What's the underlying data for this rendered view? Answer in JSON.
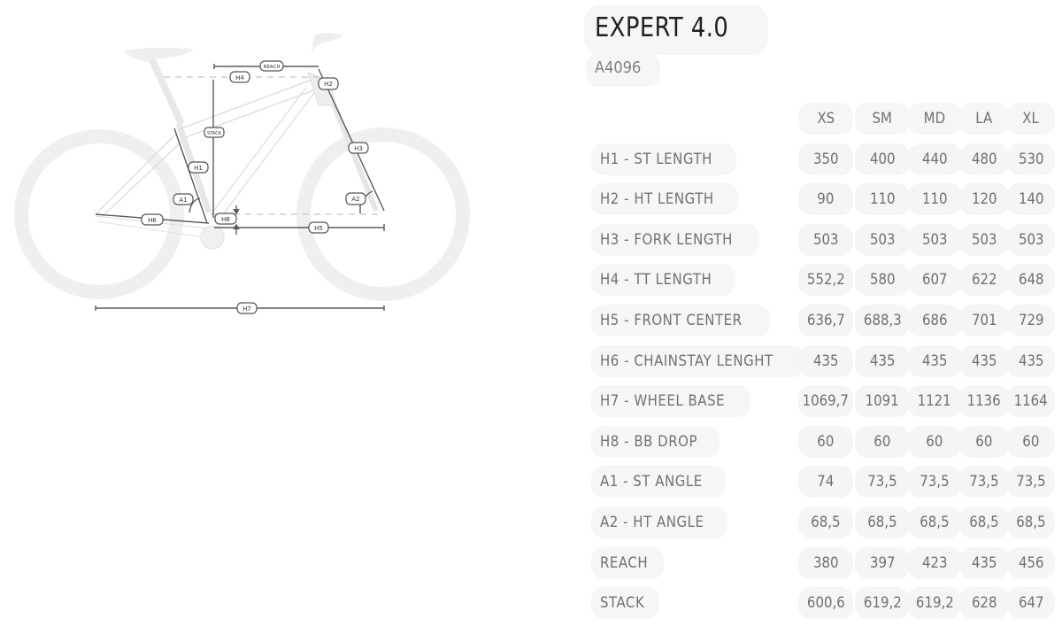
{
  "product": {
    "title": "EXPERT 4.0",
    "sku": "A4096"
  },
  "diagram": {
    "labels": {
      "reach": "REACH",
      "stack": "STACK",
      "h1": "H1",
      "h2": "H2",
      "h3": "H3",
      "h4": "H4",
      "h5": "H5",
      "h6": "H6",
      "h7": "H7",
      "h8": "H8",
      "a1": "A1",
      "a2": "A2"
    },
    "colors": {
      "wheel": "#efefef",
      "frame": "#d8d8d8",
      "dimension_line": "#555555",
      "dashed_line": "#bdbdbd"
    }
  },
  "geometry": {
    "sizes": [
      "XS",
      "SM",
      "MD",
      "LA",
      "XL"
    ],
    "rows": [
      {
        "label": "H1 - ST LENGTH",
        "values": [
          "350",
          "400",
          "440",
          "480",
          "530"
        ]
      },
      {
        "label": "H2 - HT LENGTH",
        "values": [
          "90",
          "110",
          "110",
          "120",
          "140"
        ]
      },
      {
        "label": "H3 - FORK LENGTH",
        "values": [
          "503",
          "503",
          "503",
          "503",
          "503"
        ]
      },
      {
        "label": "H4 - TT LENGTH",
        "values": [
          "552,2",
          "580",
          "607",
          "622",
          "648"
        ]
      },
      {
        "label": "H5 - FRONT CENTER",
        "values": [
          "636,7",
          "688,3",
          "686",
          "701",
          "729"
        ]
      },
      {
        "label": "H6 - CHAINSTAY LENGHT",
        "values": [
          "435",
          "435",
          "435",
          "435",
          "435"
        ]
      },
      {
        "label": "H7 - WHEEL BASE",
        "values": [
          "1069,7",
          "1091",
          "1121",
          "1136",
          "1164"
        ]
      },
      {
        "label": "H8 - BB DROP",
        "values": [
          "60",
          "60",
          "60",
          "60",
          "60"
        ]
      },
      {
        "label": "A1 - ST ANGLE",
        "values": [
          "74",
          "73,5",
          "73,5",
          "73,5",
          "73,5"
        ]
      },
      {
        "label": "A2 - HT ANGLE",
        "values": [
          "68,5",
          "68,5",
          "68,5",
          "68,5",
          "68,5"
        ]
      },
      {
        "label": "REACH",
        "values": [
          "380",
          "397",
          "423",
          "435",
          "456"
        ]
      },
      {
        "label": "STACK",
        "values": [
          "600,6",
          "619,2",
          "619,2",
          "628",
          "647"
        ]
      }
    ]
  }
}
